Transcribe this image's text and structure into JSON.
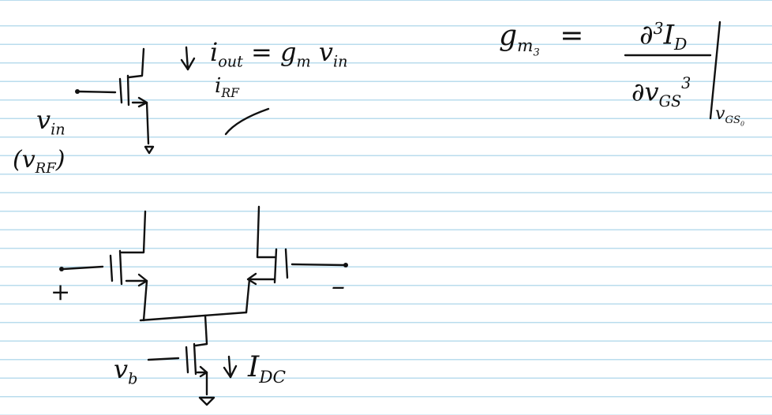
{
  "notes": {
    "current_formula": {
      "lhs": "i",
      "lhs_sub": "out",
      "rhs_g": "= g",
      "rhs_sub": "m",
      "rhs_v": "v",
      "rhs_vsub": "in"
    },
    "rf_current": {
      "symbol": "i",
      "sub": "RF"
    },
    "input_label": {
      "symbol": "v",
      "sub": "in"
    },
    "rf_voltage": {
      "open": "(v",
      "sub": "RF",
      "close": ")"
    },
    "gm3_formula": {
      "lhs": "g",
      "lhs_sub": "m",
      "lhs_subsub": "3",
      "equals": "=",
      "numerator": "∂",
      "numerator_sup": "3",
      "numerator_var": "I",
      "numerator_sub": "D",
      "denominator": "∂v",
      "denominator_sub": "GS",
      "denominator_sup": "3",
      "eval_at": "v",
      "eval_sub": "GS",
      "eval_subsub": "0"
    },
    "diff_pair": {
      "plus": "+",
      "minus": "–",
      "bias_voltage": "v",
      "bias_sub": "b",
      "tail_current": "I",
      "tail_sub": "DC"
    }
  }
}
